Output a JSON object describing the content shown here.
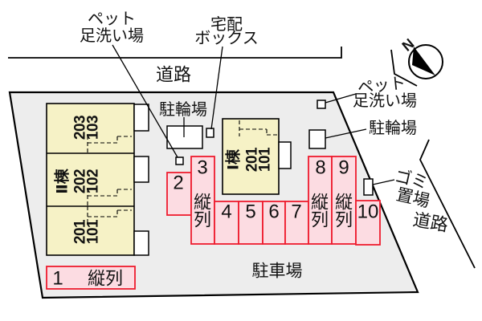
{
  "colors": {
    "site_fill": "#ededed",
    "building_fill": "#f6f2c6",
    "parking_fill": "#fcdce2",
    "parking_stroke": "#ee1c2e",
    "object_fill": "#ffffff",
    "line": "#000000"
  },
  "labels": {
    "road_top": "道路",
    "road_right": "道路",
    "parking_lot": "駐車場",
    "bicycle_parking": "駐輪場",
    "pet_wash_line1": "ペット",
    "pet_wash_line2": "足洗い場",
    "delivery_box_line1": "宅配",
    "delivery_box_line2": "ボックス",
    "garbage_line1": "ゴミ",
    "garbage_line2": "置場",
    "compass_north": "N"
  },
  "buildings": {
    "building_2": {
      "name": "Ⅱ棟",
      "units": [
        {
          "line1": "203",
          "line2": "103"
        },
        {
          "line1": "202",
          "line2": "102"
        },
        {
          "line1": "201",
          "line2": "101"
        }
      ]
    },
    "building_1": {
      "name": "Ⅰ棟",
      "units": [
        {
          "line1": "201",
          "line2": "101"
        }
      ]
    }
  },
  "parking": {
    "tandem": "縦列",
    "tandem_c1": "縦",
    "tandem_c2": "列",
    "spaces": [
      "1",
      "2",
      "3",
      "4",
      "5",
      "6",
      "7",
      "8",
      "9",
      "10"
    ]
  }
}
